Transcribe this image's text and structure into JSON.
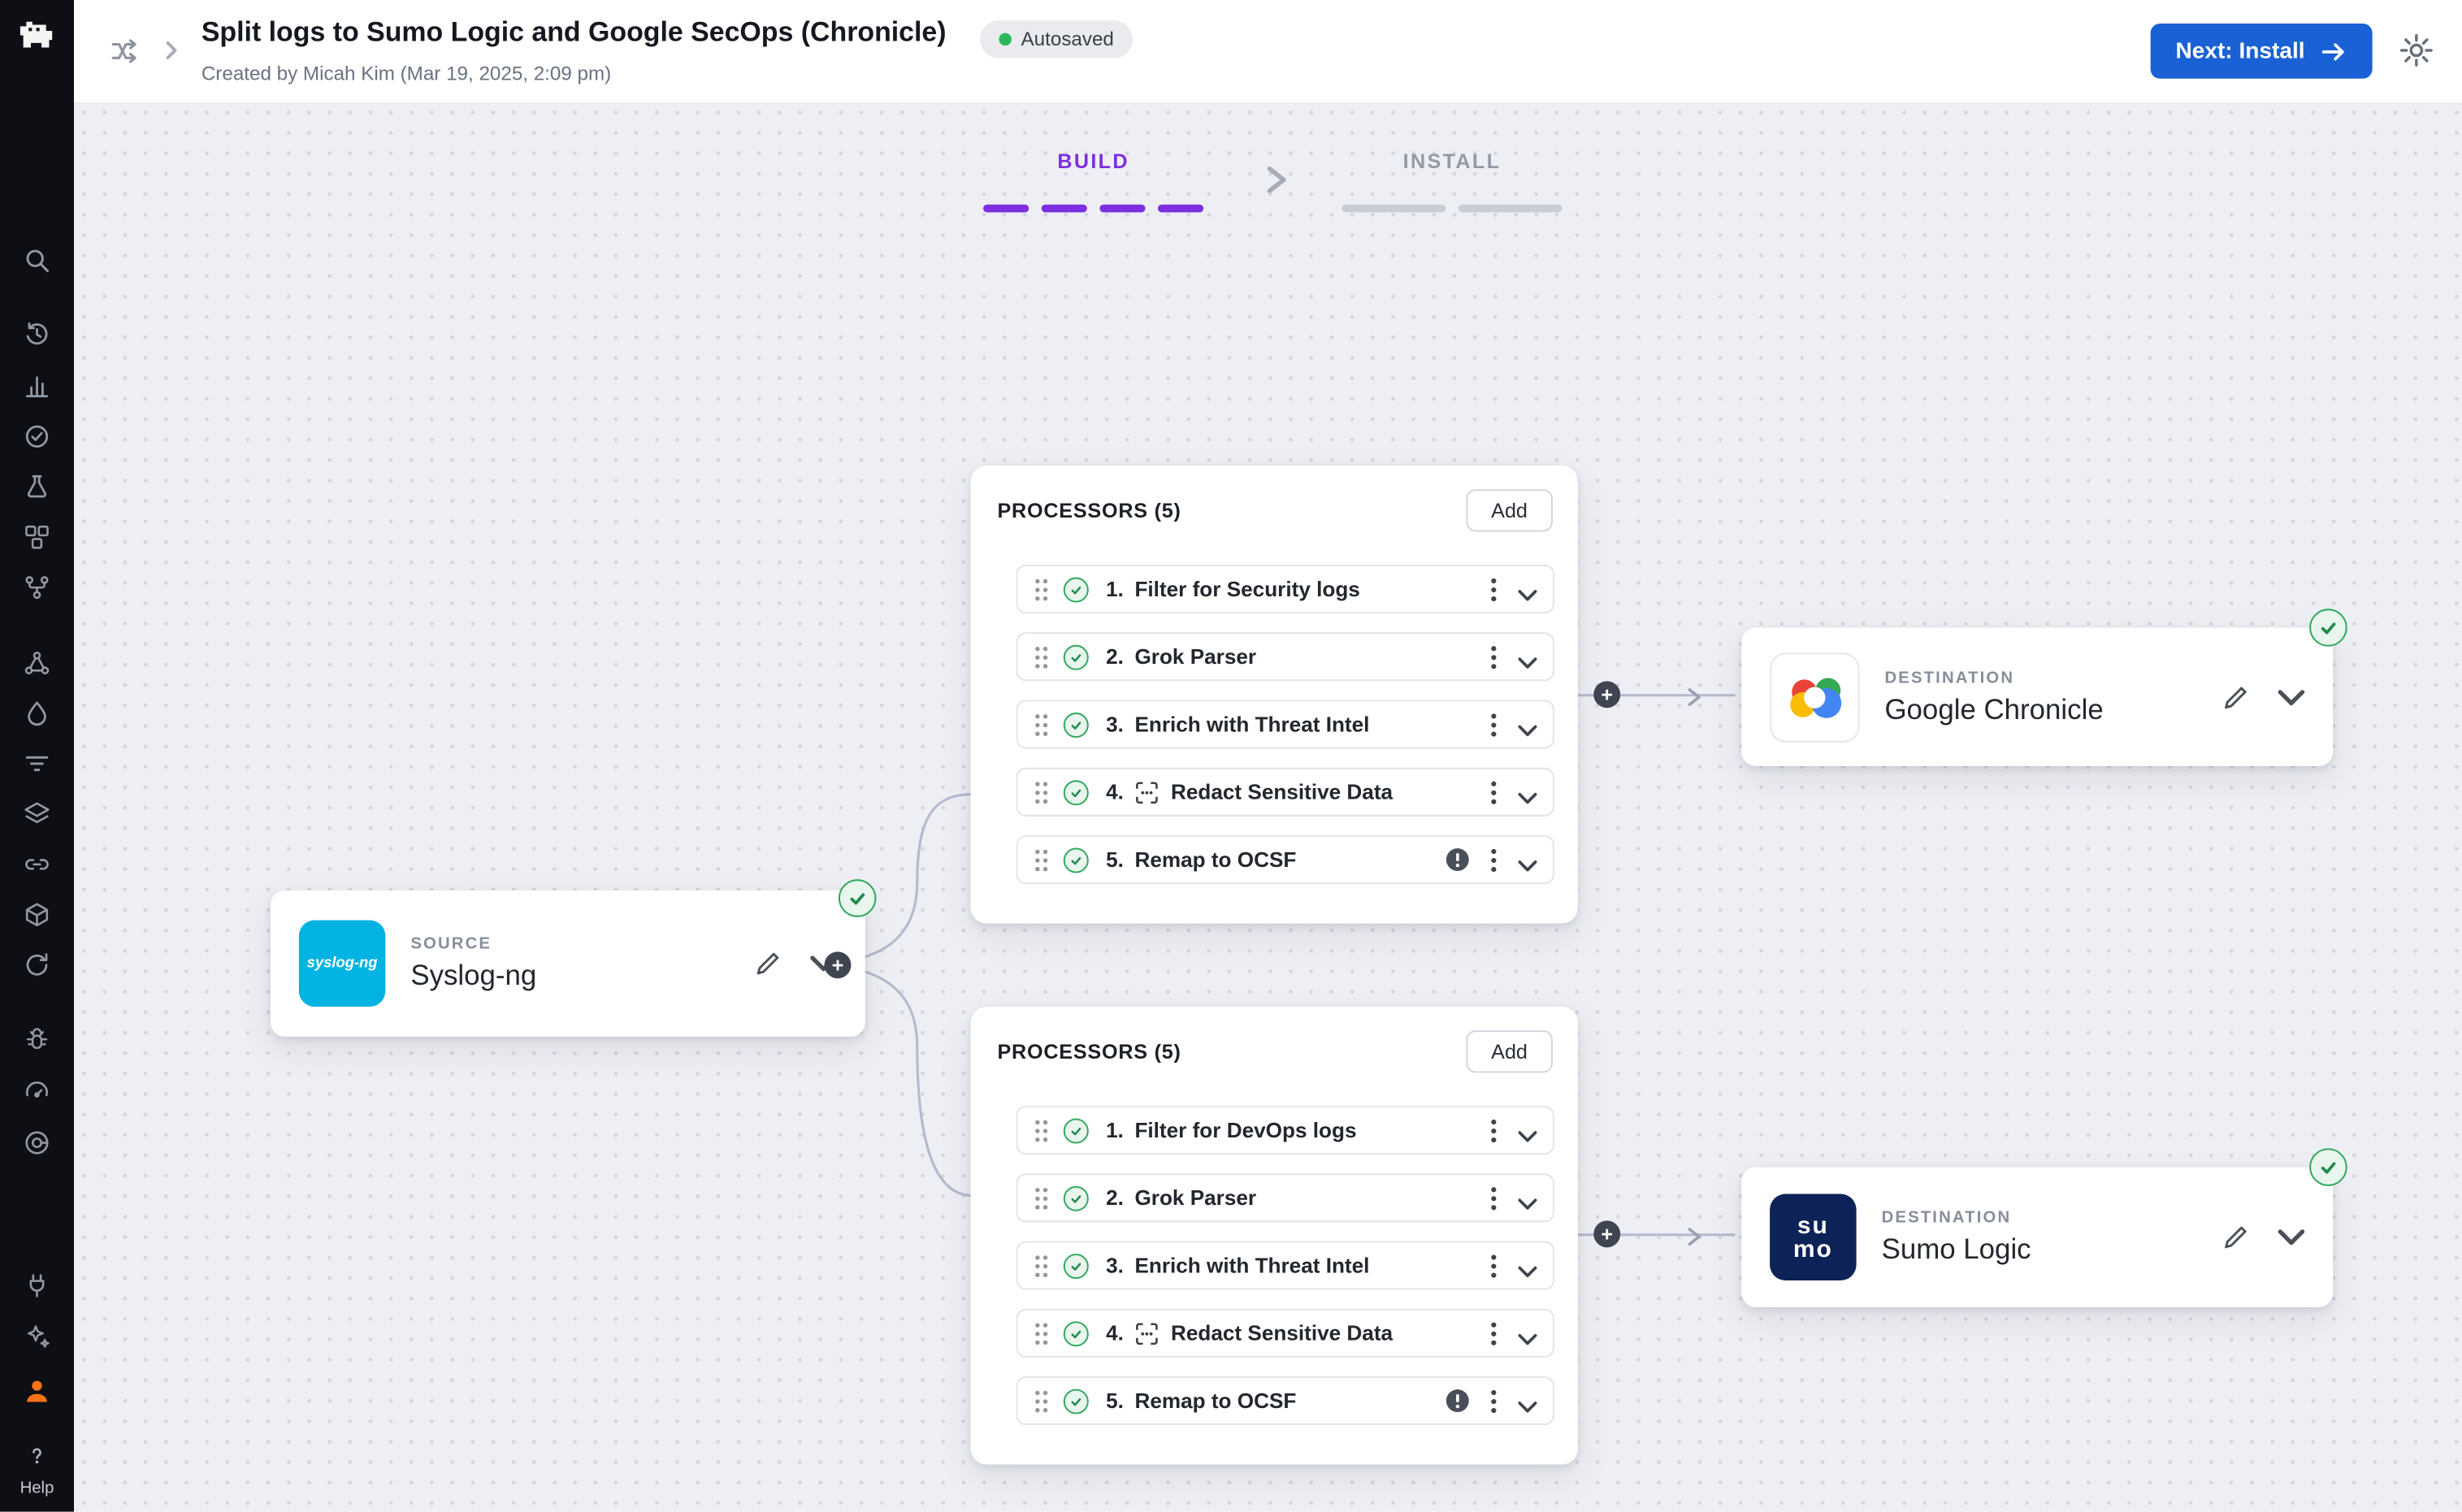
{
  "header": {
    "title": "Split logs to Sumo Logic and Google SecOps (Chronicle)",
    "autosaved": "Autosaved",
    "created_by": "Created by Micah Kim (Mar 19, 2025, 2:09 pm)",
    "next_install": "Next: Install"
  },
  "stepper": {
    "build": "BUILD",
    "install": "INSTALL"
  },
  "sidebar": {
    "help": "Help",
    "icons": [
      "bindplane-logo",
      "search",
      "history",
      "bar-chart",
      "sync-check",
      "flask",
      "components",
      "git-branch",
      "nodes",
      "droplet",
      "filter",
      "layers",
      "link",
      "package",
      "rotate",
      "bug",
      "gauge",
      "donut-chart",
      "plug",
      "sparkles",
      "user-avatar",
      "help-question"
    ]
  },
  "source": {
    "type_label": "SOURCE",
    "name": "Syslog-ng",
    "logo_text": "syslog-ng"
  },
  "processor_groups": [
    {
      "title": "PROCESSORS (5)",
      "add_button": "Add",
      "rows": [
        {
          "number": "1.",
          "label": "Filter for Security logs"
        },
        {
          "number": "2.",
          "label": "Grok Parser"
        },
        {
          "number": "3.",
          "label": "Enrich with Threat Intel"
        },
        {
          "number": "4.",
          "label": "Redact Sensitive Data"
        },
        {
          "number": "5.",
          "label": "Remap to OCSF"
        }
      ]
    },
    {
      "title": "PROCESSORS (5)",
      "add_button": "Add",
      "rows": [
        {
          "number": "1.",
          "label": "Filter for DevOps logs"
        },
        {
          "number": "2.",
          "label": "Grok Parser"
        },
        {
          "number": "3.",
          "label": "Enrich with Threat Intel"
        },
        {
          "number": "4.",
          "label": "Redact Sensitive Data"
        },
        {
          "number": "5.",
          "label": "Remap to OCSF"
        }
      ]
    }
  ],
  "destinations": [
    {
      "type_label": "DESTINATION",
      "name": "Google Chronicle"
    },
    {
      "type_label": "DESTINATION",
      "name": "Sumo Logic",
      "logo_lines": [
        "su",
        "mo"
      ]
    }
  ],
  "colors": {
    "accent_blue": "#1961d4",
    "build_purple": "#7c2fe0",
    "success_green": "#2fa75c",
    "syslog_cyan": "#00b3e3",
    "sumo_navy": "#0d2257",
    "canvas_bg": "#edeff4"
  }
}
